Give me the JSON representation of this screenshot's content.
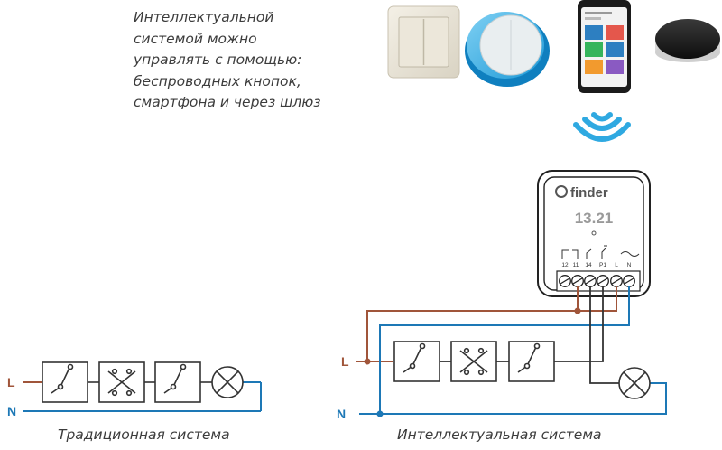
{
  "intro": {
    "lines": [
      "Интеллектуальной",
      "системой можно",
      "управлять с помощью:",
      "беспроводных кнопок,",
      "смартфона и через шлюз"
    ]
  },
  "device": {
    "brand": "finder",
    "model": "13.21",
    "terminals": [
      "12",
      "11",
      "14",
      "P1",
      "L",
      "N"
    ]
  },
  "wires": {
    "line": "L",
    "neutral": "N"
  },
  "captions": {
    "traditional": "Традиционная система",
    "smart": "Интеллектуальная система"
  },
  "colors": {
    "line_wire": "#a0553a",
    "neutral_wire": "#1d78b6",
    "wifi": "#2fa9e1",
    "text": "#3c3c3c"
  },
  "icons": [
    "wall-switch-icon",
    "wireless-button-icon",
    "smartphone-app-icon",
    "gateway-hub-icon",
    "wifi-signal-icon",
    "lamp-icon"
  ]
}
